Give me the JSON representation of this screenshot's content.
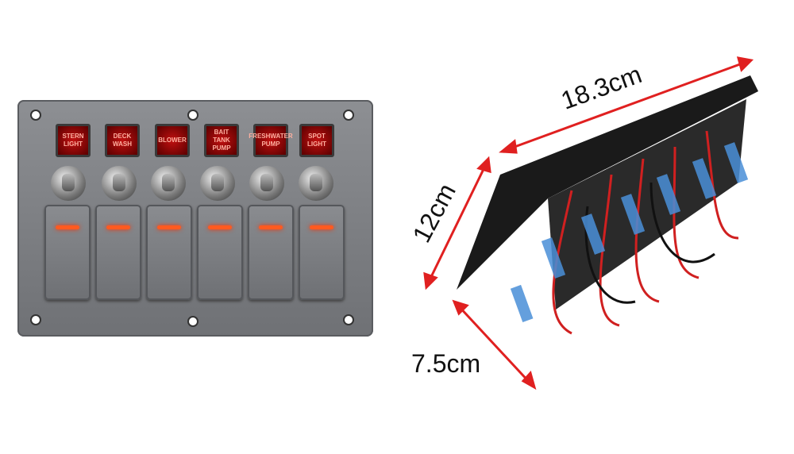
{
  "left_panel": {
    "switch_labels": [
      "STERN LIGHT",
      "DECK WASH",
      "BLOWER",
      "BAIT TANK PUMP",
      "FRESHWATER PUMP",
      "SPOT LIGHT"
    ]
  },
  "dimensions": {
    "length": "18.3cm",
    "height": "12cm",
    "depth": "7.5cm"
  },
  "colors": {
    "arrow": "#e02020",
    "panel": "#7d7f83",
    "indicator": "#c01010"
  }
}
